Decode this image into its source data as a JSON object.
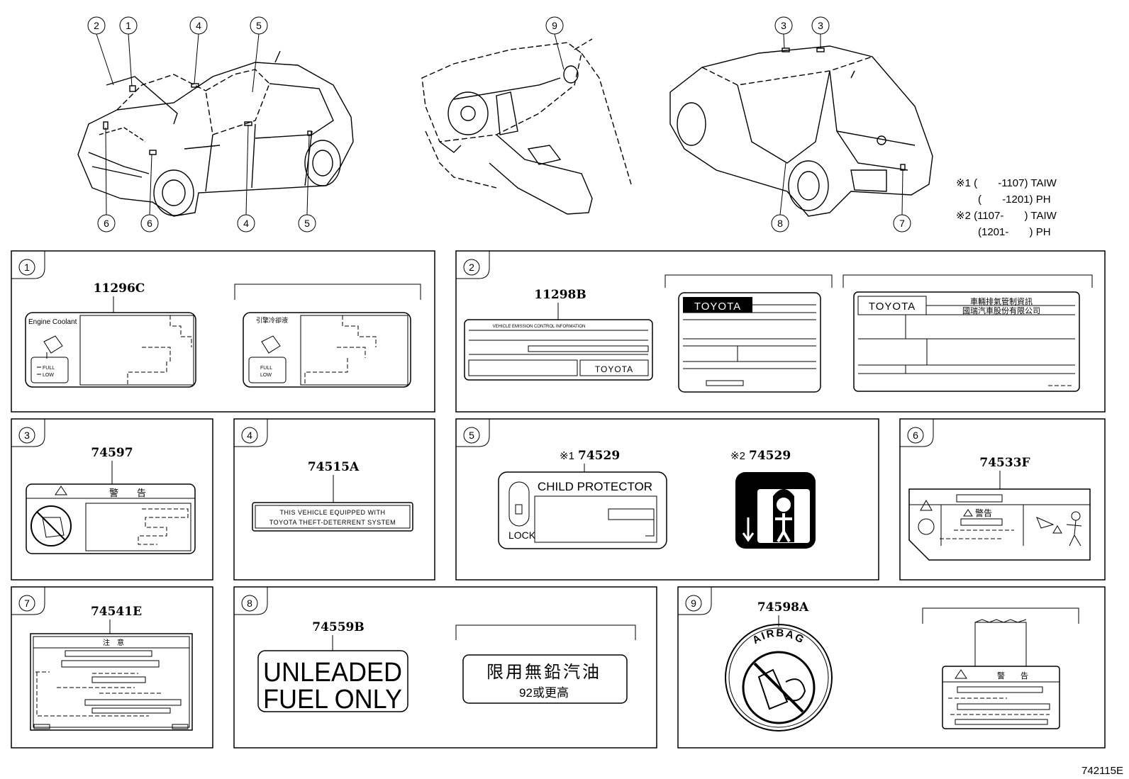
{
  "car_callouts": {
    "front": [
      "2",
      "1",
      "4",
      "5",
      "6",
      "6",
      "4",
      "5"
    ],
    "interior": [
      "9"
    ],
    "rear": [
      "3",
      "3",
      "8",
      "7"
    ]
  },
  "notes": {
    "n1_a": "※1 (       -1107) TAIW",
    "n1_b": "(       -1201) PH",
    "n2_a": "※2 (1107-       ) TAIW",
    "n2_b": "(1201-       ) PH"
  },
  "panels": {
    "p1": {
      "num": "1",
      "part": "11296C",
      "coolant": "Engine Coolant",
      "full": "FULL",
      "low": "LOW",
      "cn_coolant": "引擎冷卻液"
    },
    "p2": {
      "num": "2",
      "part": "11298B",
      "vec": "VEHICLE EMISSION CONTROL INFORMATION",
      "toyota": "TOYOTA",
      "cn1": "車輛排氣管制資訊",
      "cn2": "國瑞汽車股份有限公司"
    },
    "p3": {
      "num": "3",
      "part": "74597",
      "warn": "警　　告"
    },
    "p4": {
      "num": "4",
      "part": "74515A",
      "line1": "THIS VEHICLE EQUIPPED WITH",
      "line2": "TOYOTA THEFT-DETERRENT SYSTEM"
    },
    "p5": {
      "num": "5",
      "mark1": "※1",
      "part1": "74529",
      "mark2": "※2",
      "part2": "74529",
      "child": "CHILD PROTECTOR",
      "lock": "LOCK"
    },
    "p6": {
      "num": "6",
      "part": "74533F",
      "warn": "警告"
    },
    "p7": {
      "num": "7",
      "part": "74541E",
      "caution": "注　意"
    },
    "p8": {
      "num": "8",
      "part": "74559B",
      "line1": "UNLEADED",
      "line2": "FUEL ONLY",
      "cn1": "限用無鉛汽油",
      "cn2": "92或更高"
    },
    "p9": {
      "num": "9",
      "part": "74598A",
      "airbag": "AIRBAG",
      "warn": "警　　告"
    }
  },
  "figure_id": "742115E"
}
